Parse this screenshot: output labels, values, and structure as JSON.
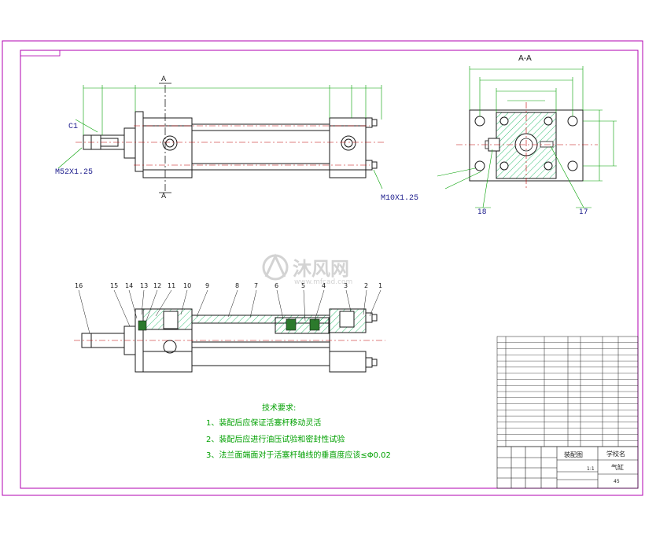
{
  "section_label": "A-A",
  "section_mark_top": "A",
  "section_mark_bottom": "A",
  "callouts": {
    "chamfer": "C1",
    "rod_thread": "M52X1.25",
    "port_thread": "M10X1.25"
  },
  "section_part_numbers": [
    "18",
    "17"
  ],
  "assembly_part_numbers": [
    "16",
    "15",
    "14",
    "13",
    "12",
    "11",
    "10",
    "9",
    "8",
    "7",
    "6",
    "5",
    "4",
    "3",
    "2",
    "1"
  ],
  "tech_requirements": {
    "title": "技术要求:",
    "items": [
      "1、装配后应保证活塞杆移动灵活",
      "2、装配后应进行油压试验和密封性试验",
      "3、法兰面端面对于活塞杆轴线的垂直度应该≤Φ0.02"
    ]
  },
  "title_block": {
    "drawing_name": "装配图",
    "school": "学校名",
    "part_name": "气缸",
    "scale": "1:1",
    "material": "45"
  },
  "watermark": {
    "cn": "沐风网",
    "url": "www.mfcad.com"
  },
  "colors": {
    "outline": "#b000b0",
    "geometry": "#1a1a1a",
    "annotation": "#00a000",
    "callout": "#1c1c8c",
    "hatch": "#00b050",
    "watermark": "#cfcfcf"
  }
}
